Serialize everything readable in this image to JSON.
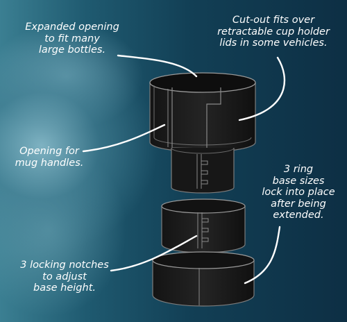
{
  "callouts": {
    "expanded_opening": "Expanded opening\nto fit many\nlarge bottles.",
    "cutout": "Cut-out fits over\nretractable cup holder\nlids in some vehicles.",
    "mug_handles": "Opening for\nmug handles.",
    "ring_sizes": "3 ring\nbase sizes\nlock into place\nafter being\nextended.",
    "locking_notches": "3 locking notches\nto adjust\nbase height."
  },
  "colors": {
    "background": "#123f55",
    "product": "#1a1a1a",
    "product_edge": "#8c8c8c",
    "text": "#ffffff"
  }
}
